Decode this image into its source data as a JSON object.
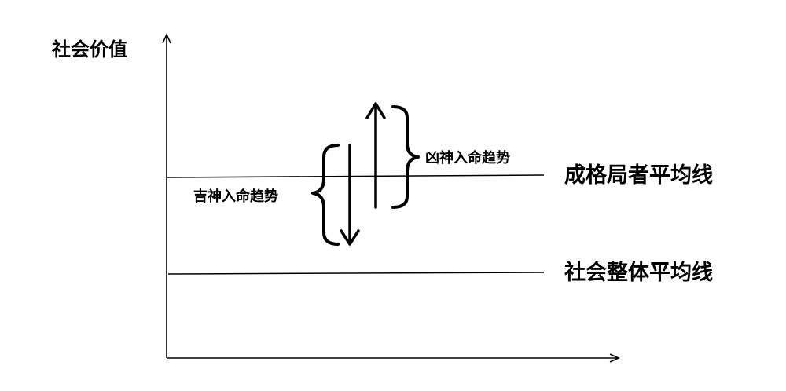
{
  "diagram": {
    "y_axis_label": "社会价值",
    "reference_lines": [
      {
        "id": "pattern-average",
        "label": "成格局者平均线"
      },
      {
        "id": "society-average",
        "label": "社会整体平均线"
      }
    ],
    "trends": [
      {
        "id": "auspicious",
        "label": "吉神入命趋势",
        "direction": "down"
      },
      {
        "id": "inauspicious",
        "label": "凶神入命趋势",
        "direction": "up"
      }
    ],
    "colors": {
      "ink": "#000000",
      "background": "#ffffff"
    }
  }
}
